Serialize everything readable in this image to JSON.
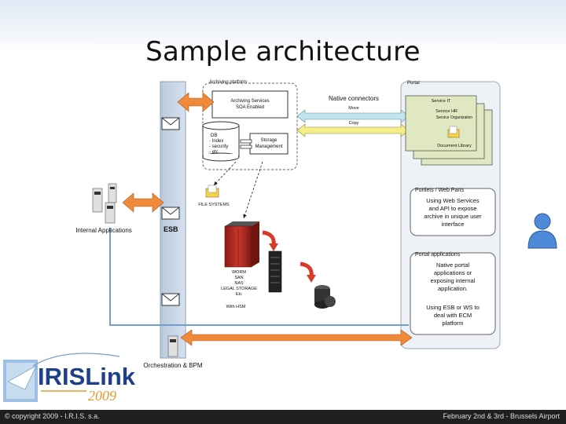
{
  "slide": {
    "title": "Sample architecture"
  },
  "labels": {
    "archiving_platform": "Archiving platform",
    "archiving_services": "Archiving Services",
    "soa_enabled": "SOA Enabled",
    "db": "DB",
    "db_index": "- Index",
    "db_security": "- security",
    "db_etc": "- etc",
    "storage": "Storage",
    "management": "Management",
    "native_connectors": "Native connectors",
    "move": "Move",
    "copy": "Copy",
    "portal": "Portal",
    "service_it": "Service IT",
    "service_hr": "Service HR",
    "service_organization": "Service Organization",
    "document_library": "Document Library",
    "portlets_title": "Portlets / Web Parts",
    "portlets_body": [
      "Using Web Services",
      "and API to expose",
      "archive in unique user",
      "interface"
    ],
    "portal_apps_title": "Portal applications",
    "portal_apps_body": [
      "Native portal",
      "applications or",
      "exposing internal",
      "application.",
      "",
      "Using ESB or WS to",
      "deal with ECM",
      "platform"
    ],
    "file_systems": "FILE SYSTEMS",
    "worm": "WORM",
    "san": "SAN",
    "nas": "NAS",
    "legal_storage": "LEGAL STORAGE",
    "etc": "Etc",
    "with_hsm": "With HSM",
    "internal_applications": "Internal Applications",
    "esb": "ESB",
    "orchestration": "Orchestration & BPM"
  },
  "logo": {
    "brand": "IRISLink",
    "year": "2009"
  },
  "footer": {
    "left": "© copyright 2009 - I.R.I.S. s.a.",
    "right": "February 2nd & 3rd - Brussels Airport"
  },
  "colors": {
    "esb_bar": "#c9d6e6",
    "orange_arrow": "#ef8a3a",
    "blue_line": "#6f9fd4",
    "cyan_arrow": "#bfe6ee",
    "yellow_arrow": "#f5ee8a",
    "green_box": "#dfe8c0",
    "red_arrow": "#d93a2a",
    "server_red": "#b22a23"
  },
  "icons": [
    "envelope-icon",
    "server-icon",
    "folder-icon",
    "user-icon",
    "storage-cabinet-icon",
    "tape-rack-icon",
    "disk-drive-icon",
    "iris-logo"
  ]
}
